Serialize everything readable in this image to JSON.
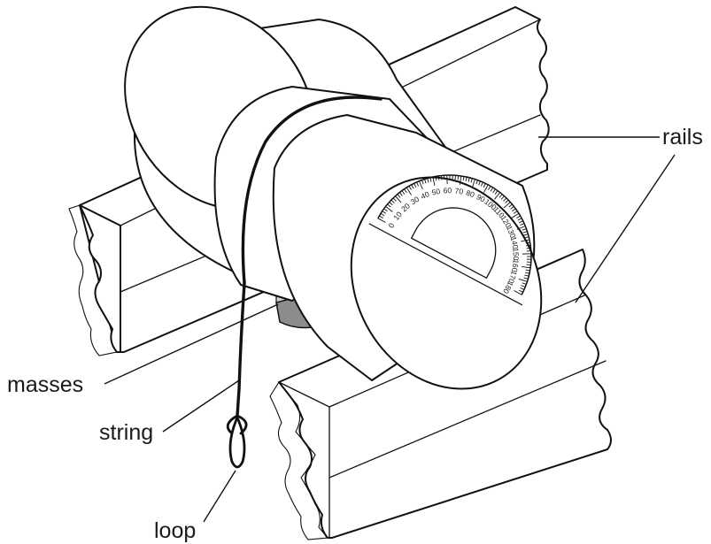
{
  "labels": {
    "rails": "rails",
    "masses": "masses",
    "string": "string",
    "loop": "loop"
  },
  "protractor": {
    "scale_labels": [
      "0",
      "10",
      "20",
      "30",
      "40",
      "50",
      "60",
      "70",
      "80",
      "90",
      "100",
      "110",
      "120",
      "130",
      "140",
      "150",
      "160",
      "170",
      "180"
    ]
  },
  "colors": {
    "ink": "#111111",
    "mass_band": "#8c8c8c",
    "background": "#ffffff"
  }
}
